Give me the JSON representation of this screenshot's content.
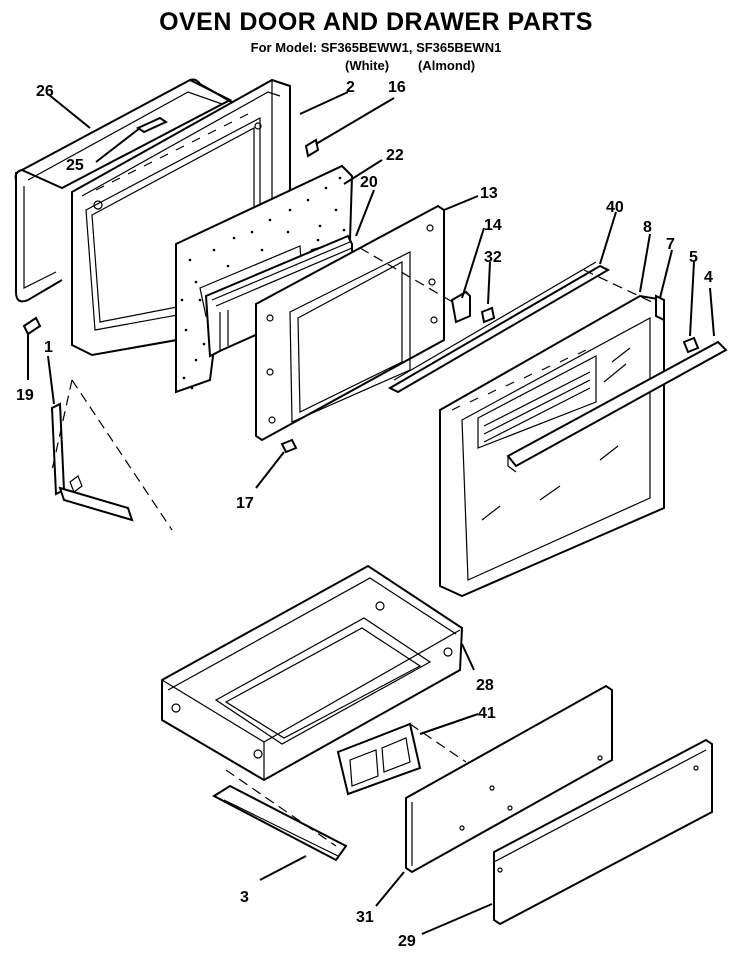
{
  "header": {
    "title": "OVEN DOOR AND DRAWER PARTS",
    "subtitle": "For Model: SF365BEWW1, SF365BEWN1",
    "variant_white": "(White)",
    "variant_almond": "(Almond)"
  },
  "callouts": {
    "c1": "1",
    "c2": "2",
    "c3": "3",
    "c4": "4",
    "c5": "5",
    "c7": "7",
    "c8": "8",
    "c13": "13",
    "c14": "14",
    "c16": "16",
    "c17": "17",
    "c19": "19",
    "c20": "20",
    "c22": "22",
    "c25": "25",
    "c26": "26",
    "c28": "28",
    "c29": "29",
    "c31": "31",
    "c32": "32",
    "c40": "40",
    "c41": "41"
  }
}
